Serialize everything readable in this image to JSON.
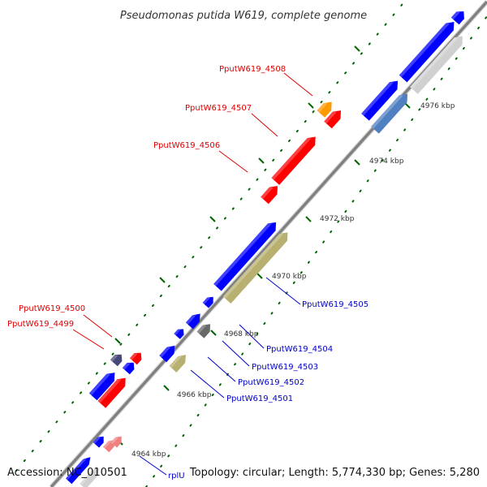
{
  "title": "Pseudomonas putida W619, complete genome",
  "footer": {
    "accession": "Accession: NC_010501",
    "topology": "Topology: circular; Length: 5,774,330 bp; Genes: 5,280"
  },
  "colors": {
    "backbone": "#808080",
    "dots": "#006400",
    "label_red": "#dd0000",
    "label_blue": "#0000cc"
  },
  "ticks": [
    "4964 kbp",
    "4966 kbp",
    "4968 kbp",
    "4970 kbp",
    "4972 kbp",
    "4974 kbp",
    "4976 kbp"
  ],
  "labels": [
    {
      "text": "PputW619_4508",
      "color": "red"
    },
    {
      "text": "PputW619_4507",
      "color": "red"
    },
    {
      "text": "PputW619_4506",
      "color": "red"
    },
    {
      "text": "PputW619_4500",
      "color": "red"
    },
    {
      "text": "PputW619_4499",
      "color": "red"
    },
    {
      "text": "PputW619_4505",
      "color": "blue"
    },
    {
      "text": "PputW619_4504",
      "color": "blue"
    },
    {
      "text": "PputW619_4503",
      "color": "blue"
    },
    {
      "text": "PputW619_4502",
      "color": "blue"
    },
    {
      "text": "PputW619_4501",
      "color": "blue"
    },
    {
      "text": "rplU",
      "color": "blue"
    }
  ]
}
